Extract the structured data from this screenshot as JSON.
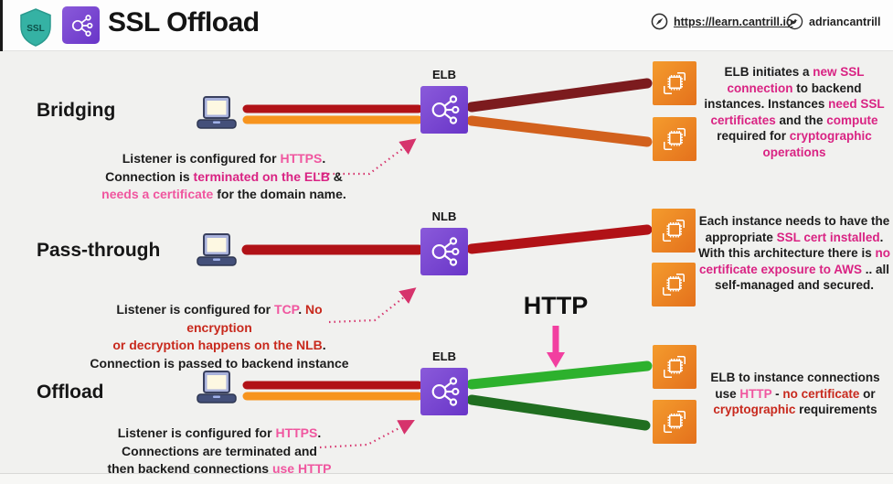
{
  "header": {
    "shield_badge": "SSL",
    "title": "SSL Offload",
    "site_link": "https://learn.cantrill.io",
    "twitter_handle": "adriancantrill"
  },
  "http_flow_label": "HTTP",
  "rows": [
    {
      "label": "Bridging",
      "lb_name": "ELB",
      "left_note": {
        "line1": [
          {
            "t": "Listener is configured for ",
            "c": "k"
          },
          {
            "t": "HTTPS",
            "c": "p"
          },
          {
            "t": ".",
            "c": "k"
          }
        ],
        "line2": [
          {
            "t": "Connection is ",
            "c": "k"
          },
          {
            "t": "terminated on the ELB",
            "c": "dp"
          },
          {
            "t": " &",
            "c": "k"
          }
        ],
        "line3": [
          {
            "t": "needs a certificate",
            "c": "p"
          },
          {
            "t": " for the domain name.",
            "c": "k"
          }
        ]
      },
      "right_note": [
        {
          "t": "ELB initiates a ",
          "c": "k"
        },
        {
          "t": "new SSL connection",
          "c": "dp"
        },
        {
          "t": " to backend instances. Instances ",
          "c": "k"
        },
        {
          "t": "need SSL certificates",
          "c": "dp"
        },
        {
          "t": " and the ",
          "c": "k"
        },
        {
          "t": "compute",
          "c": "dp"
        },
        {
          "t": " required for ",
          "c": "k"
        },
        {
          "t": "cryptographic operations",
          "c": "dp"
        }
      ]
    },
    {
      "label": "Pass-through",
      "lb_name": "NLB",
      "left_note": {
        "line1": [
          {
            "t": "Listener is configured for ",
            "c": "k"
          },
          {
            "t": "TCP",
            "c": "p"
          },
          {
            "t": ". ",
            "c": "k"
          },
          {
            "t": "No encryption",
            "c": "r"
          }
        ],
        "line2": [
          {
            "t": "or decryption happens on the NLB",
            "c": "r"
          },
          {
            "t": ".",
            "c": "k"
          }
        ],
        "line3": [
          {
            "t": "Connection is passed to backend instance",
            "c": "k"
          }
        ]
      },
      "right_note": [
        {
          "t": "Each instance needs to have the appropriate ",
          "c": "k"
        },
        {
          "t": "SSL cert installed",
          "c": "dp"
        },
        {
          "t": ". With this architecture there is ",
          "c": "k"
        },
        {
          "t": "no certificate exposure to AWS",
          "c": "dp"
        },
        {
          "t": " .. all self-managed and secured.",
          "c": "k"
        }
      ]
    },
    {
      "label": "Offload",
      "lb_name": "ELB",
      "left_note": {
        "line1": [
          {
            "t": "Listener is configured for ",
            "c": "k"
          },
          {
            "t": "HTTPS",
            "c": "p"
          },
          {
            "t": ".",
            "c": "k"
          }
        ],
        "line2": [
          {
            "t": "Connections are terminated and",
            "c": "k"
          }
        ],
        "line3": [
          {
            "t": "then backend connections ",
            "c": "k"
          },
          {
            "t": "use HTTP",
            "c": "p"
          }
        ]
      },
      "right_note": [
        {
          "t": "ELB to instance connections use ",
          "c": "k"
        },
        {
          "t": "HTTP",
          "c": "p"
        },
        {
          "t": " - ",
          "c": "k"
        },
        {
          "t": "no certificate",
          "c": "r"
        },
        {
          "t": " or ",
          "c": "k"
        },
        {
          "t": "cryptographic",
          "c": "r"
        },
        {
          "t": " requirements",
          "c": "k"
        }
      ]
    }
  ],
  "colors": {
    "background": "#f1f1ef",
    "lb_purple": "#7a42cf",
    "instance_orange": "#ec7211",
    "https_red_line": "#b11217",
    "http_orange_line": "#f7941e",
    "backend_maroon_line": "#7c1b1e",
    "backend_burnt_orange_line": "#d2611d",
    "http_green_light_line": "#2db12d",
    "http_green_dark_line": "#206e20",
    "pink_text": "#f0569f",
    "deep_pink_text": "#d92383",
    "red_text": "#c8291d",
    "dotted_arrow": "#d6336c",
    "http_arrow_pink": "#f23fa0"
  }
}
